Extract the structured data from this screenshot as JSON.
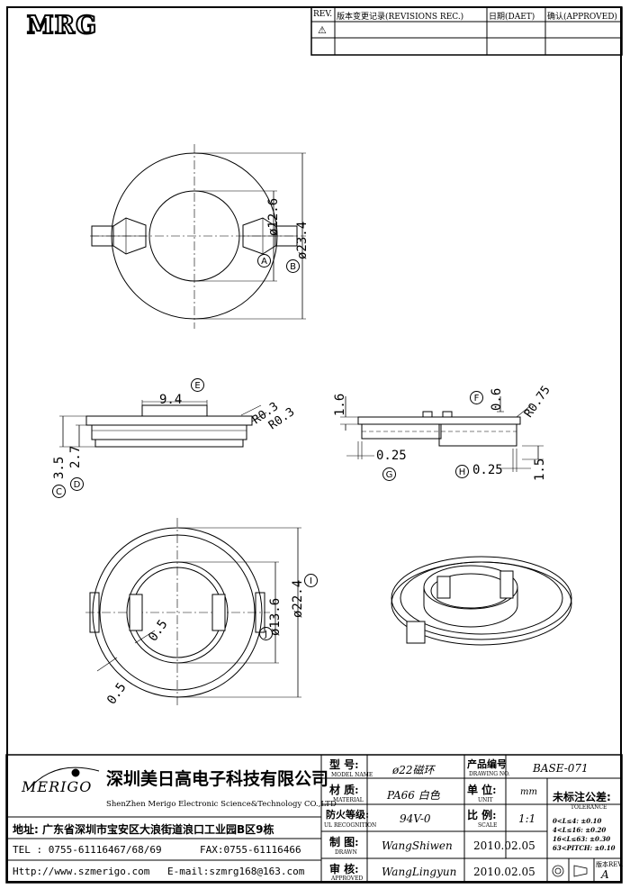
{
  "company_logo": "MRG",
  "revision_table": {
    "headers": {
      "rev": "REV.",
      "record": "版本变更记录(REVISIONS REC.)",
      "date": "日期(DAET)",
      "approved": "确认(APPROVED)"
    },
    "first_row_symbol": "⚠"
  },
  "dimensions": {
    "top_view": {
      "inner_dia": "ø12.6",
      "outer_dia": "ø23.4",
      "label_a": "A",
      "label_b": "B"
    },
    "side_left": {
      "width": "9.4",
      "r1": "R0.3",
      "r2": "R0.3",
      "h1": "3.5",
      "h2": "2.7",
      "label_c": "C",
      "label_d": "D",
      "label_e": "E"
    },
    "side_right": {
      "h1": "1.6",
      "h2": "0.6",
      "r": "R0.75",
      "w1": "0.25",
      "w2": "0.25",
      "h3": "1.5",
      "label_f": "F",
      "label_g": "G",
      "label_h": "H"
    },
    "bottom_view": {
      "inner_dia": "ø13.6",
      "outer_dia": "ø22.4",
      "d1": "0.5",
      "d2": "0.5",
      "label_i": "I",
      "label_j": "J"
    }
  },
  "title_block": {
    "brand": "MERIGO",
    "company_cn": "深圳美日高电子科技有限公司",
    "company_en": "ShenZhen Merigo Electronic Science&Technology CO.,LTD",
    "address": "地址: 广东省深圳市宝安区大浪街道浪口工业园B区9栋",
    "tel": "TEL : 0755-61116467/68/69",
    "fax": "FAX:0755-61116466",
    "web": "Http://www.szmerigo.com",
    "email": "E-mail:szmrg168@163.com",
    "fields": {
      "model_label": "型  号:",
      "model_label_en": "MODEL NAME",
      "model_value": "ø22磁环",
      "drawing_label": "产品编号",
      "drawing_label_en": "DRAWING NO.",
      "drawing_value": "BASE-071",
      "material_label": "材  质:",
      "material_label_en": "MATERIAL",
      "material_value": "PA66 白色",
      "unit_label": "单  位:",
      "unit_label_en": "UNIT",
      "unit_value": "mm",
      "fire_label": "防火等级:",
      "fire_label_en": "UL RECOGNITION",
      "fire_value": "94V-0",
      "scale_label": "比  例:",
      "scale_label_en": "SCALE",
      "scale_value": "1:1",
      "drawn_label": "制  图:",
      "drawn_label_en": "DRAWN",
      "drawn_value": "WangShiwen",
      "drawn_date": "2010.02.05",
      "approved_label": "审  核:",
      "approved_label_en": "APPROVED",
      "approved_value": "WangLingyun",
      "approved_date": "2010.02.05",
      "tolerance_label": "未标注公差:",
      "tolerance_label_en": "TOLERANCE",
      "tol_rows": [
        "0<L≤4:  ±0.10",
        "4<L≤16:  ±0.20",
        "16<L≤63:  ±0.30",
        "63<PITCH: ±0.10"
      ],
      "version_label": "版本REV.",
      "version_value": "A"
    }
  }
}
